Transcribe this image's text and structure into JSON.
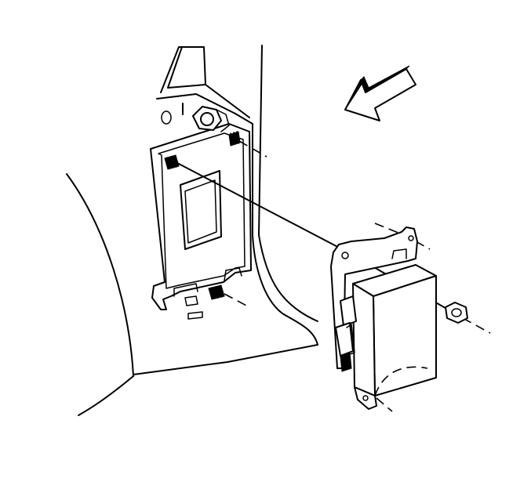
{
  "diagram": {
    "background": "#ffffff",
    "stroke_color": "#000000",
    "parts": [
      "body-panel",
      "mounting-bracket",
      "stud",
      "mounting-bolt",
      "control-module",
      "nut",
      "direction-arrow"
    ]
  }
}
